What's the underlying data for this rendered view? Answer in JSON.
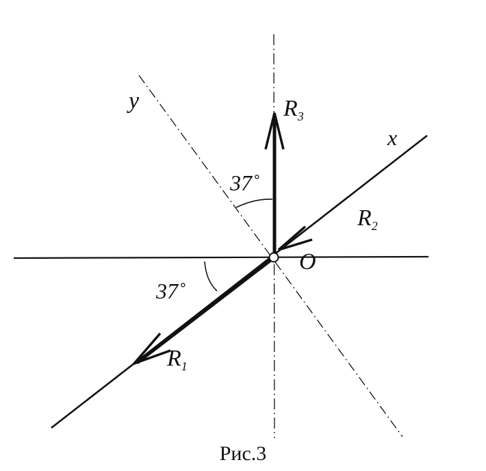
{
  "figure": {
    "caption": "Рис.3",
    "ink_color": "#111111",
    "axes": {
      "x_label": "x",
      "y_label": "y",
      "origin_label": "O"
    },
    "forces": {
      "r1_label": "R",
      "r1_subscript": "1",
      "r2_label": "R",
      "r2_subscript": "2",
      "r3_label": "R",
      "r3_subscript": "3"
    },
    "angles": {
      "upper": "37˚",
      "lower": "37˚"
    }
  }
}
